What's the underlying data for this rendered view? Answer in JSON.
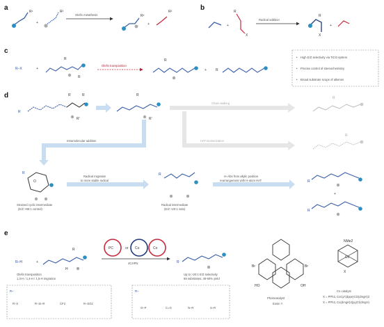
{
  "panels": {
    "a": {
      "label": "a",
      "arrow_text": "Olefin metathesis"
    },
    "b": {
      "label": "b",
      "arrow_text": "Radical addition"
    },
    "c": {
      "label": "c",
      "left_reagent": "R–X",
      "arrow_text": "Olefin transposition",
      "criteria": [
        "High E/Z selectivity via TiCl4 system",
        "Precise control of stereochemistry",
        "Broad substrate scope of alkenes"
      ]
    },
    "d": {
      "label": "d",
      "top_reagent": "R",
      "path_top": "Chain walking",
      "path_mid": "HAT-isomerization",
      "path_left": "Intramolecular addition",
      "step2_text": [
        "Radical migration",
        "to more stable radical"
      ],
      "step3_text": [
        "H–Abs from allylic position",
        "rearrangement with H-atom HAT"
      ],
      "caption_left": [
        "Strained cyclic intermediate",
        "(E/Z >99:1 control)"
      ],
      "caption_mid": [
        "Radical intermediate",
        "(E/Z >20:1 ratio)"
      ]
    },
    "e": {
      "label": "e",
      "left_reagent": "R–H",
      "left_caption": [
        "Olefin transposition",
        "1,3-H / 1,4-H / 1,5-H migration"
      ],
      "catalyst_text": "4CzIPN",
      "product_caption": [
        "Up to >20:1 E/Z selectivity",
        "69 substrates, 48-90% yield"
      ],
      "box1_title": "R–",
      "box1_items": [
        "R–X",
        "R–Si–R",
        "CF3",
        "R–SO2"
      ],
      "box2_title": "R–",
      "box2_items": [
        "O–P",
        "C=O",
        "N–R",
        "S–R"
      ],
      "dye1_name": [
        "Photocatalyst",
        "Eosin Y"
      ],
      "dye2_name": [
        "Co catalyst",
        "X = PPh3, CoCp*(dppe)Cl2(dmgH)2",
        "X = PPh3, Co(dmgH)2(py)Cl(dmgH)"
      ]
    }
  },
  "colors": {
    "blue": "#2b8fc4",
    "gray_dot": "#aaaaaa",
    "dark_navy": "#1f3a7a",
    "red": "#c8283c",
    "arrow_light": "#c9ddf1"
  }
}
